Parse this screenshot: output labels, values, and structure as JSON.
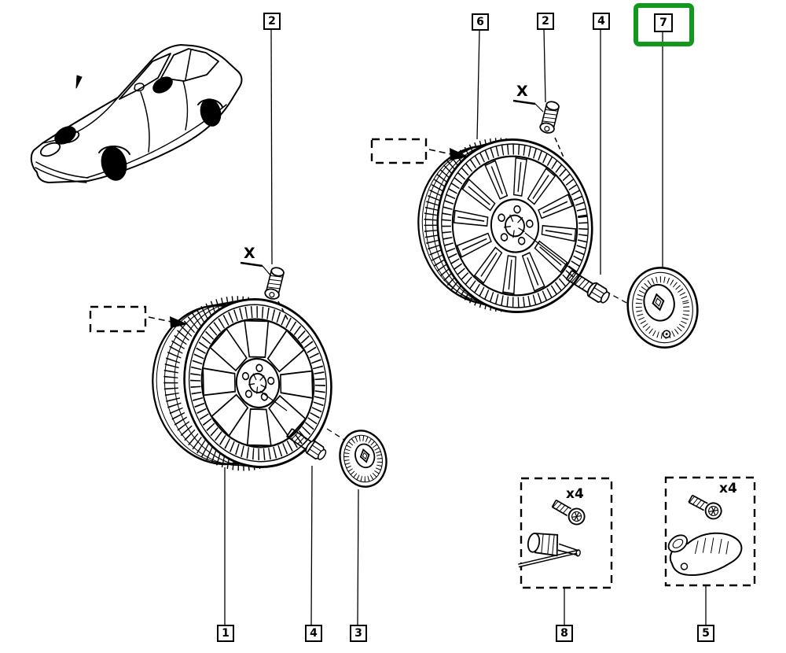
{
  "accent": {
    "highlight_color": "#13981e"
  },
  "callouts": {
    "top": [
      {
        "id": "2-left",
        "label": "2"
      },
      {
        "id": "6",
        "label": "6"
      },
      {
        "id": "2-right",
        "label": "2"
      },
      {
        "id": "4-top",
        "label": "4"
      },
      {
        "id": "7",
        "label": "7",
        "highlighted": true
      }
    ],
    "bottom": [
      {
        "id": "1",
        "label": "1"
      },
      {
        "id": "4-bottom",
        "label": "4"
      },
      {
        "id": "3",
        "label": "3"
      },
      {
        "id": "8",
        "label": "8"
      },
      {
        "id": "5",
        "label": "5"
      }
    ]
  },
  "markers": {
    "x_left": "X",
    "x_right": "X",
    "qty_box8": "x4",
    "qty_box5": "x4"
  }
}
